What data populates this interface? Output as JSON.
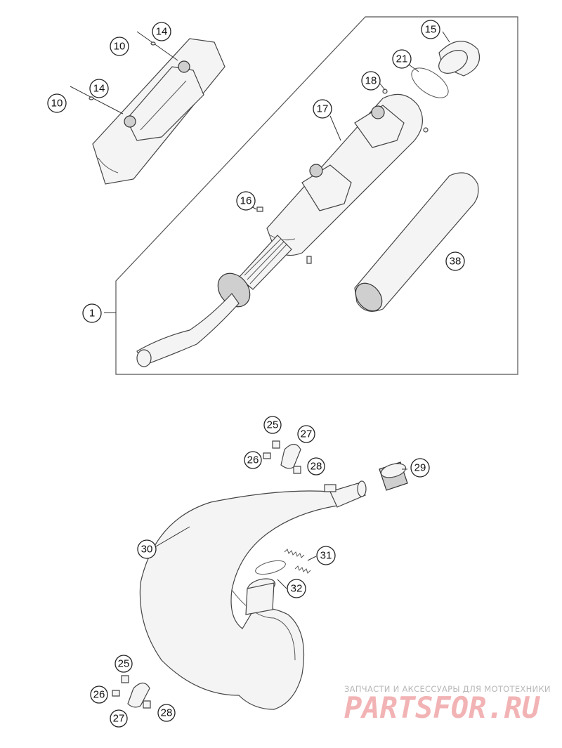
{
  "callouts": {
    "c1": "1",
    "c10a": "10",
    "c10b": "10",
    "c14a": "14",
    "c14b": "14",
    "c15": "15",
    "c16": "16",
    "c17": "17",
    "c18": "18",
    "c21": "21",
    "c25a": "25",
    "c25b": "25",
    "c26a": "26",
    "c26b": "26",
    "c27a": "27",
    "c27b": "27",
    "c28a": "28",
    "c28b": "28",
    "c29": "29",
    "c30": "30",
    "c31": "31",
    "c32": "32",
    "c38": "38"
  },
  "watermark": {
    "caption": "ЗАПЧАСТИ И АКСЕССУАРЫ ДЛЯ МОТОТЕХНИКИ",
    "logo": "PARTSFOR.RU"
  },
  "colors": {
    "line": "#444444",
    "watermark_logo": "#f2b3b5",
    "watermark_caption": "#b8b8b8"
  }
}
